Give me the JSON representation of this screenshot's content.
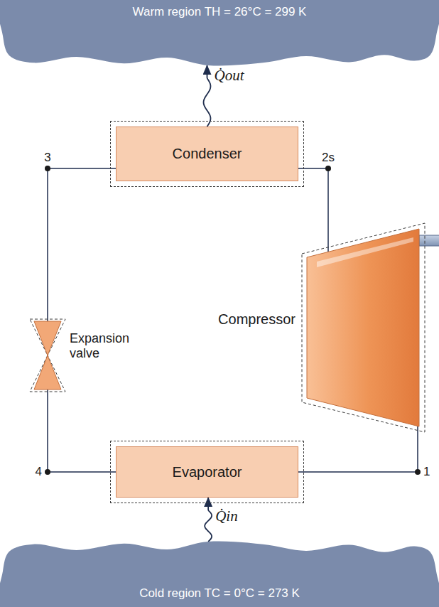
{
  "diagram": {
    "nodes": [
      {
        "text": [
          "Warm region TH = 26°C = 299 K"
        ]
      },
      {
        "text": [
          "Condenser"
        ]
      },
      {
        "text": [
          "Compressor"
        ]
      },
      {
        "text": [
          "Expansion valve"
        ]
      },
      {
        "text": [
          "Evaporator"
        ]
      },
      {
        "text": [
          "Cold region TC = 0°C = 273 K"
        ]
      }
    ],
    "edges": [
      {
        "from": 1,
        "to": 0,
        "arrow": "to",
        "label": "Q̇out"
      },
      {
        "from": 1,
        "to": 3,
        "arrow": "none",
        "label": "3"
      },
      {
        "from": 3,
        "to": 4,
        "arrow": "none",
        "label": "4"
      },
      {
        "from": 4,
        "to": 2,
        "arrow": "none",
        "label": "1"
      },
      {
        "from": 2,
        "to": 1,
        "arrow": "none",
        "label": "2s"
      },
      {
        "from": 5,
        "to": 4,
        "arrow": "to",
        "label": "Q̇in"
      }
    ]
  }
}
